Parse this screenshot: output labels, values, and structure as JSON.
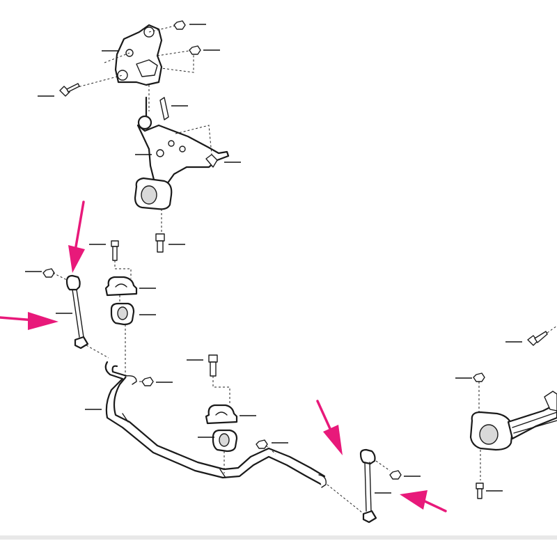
{
  "colors": {
    "background": "#ffffff",
    "line": "#1a1a1a",
    "highlight_arrow": "#e8197a"
  },
  "arrows": [
    {
      "id": "arrow-upper-link",
      "icon": "pink-arrow-down"
    },
    {
      "id": "arrow-left-link",
      "icon": "pink-arrow-right"
    },
    {
      "id": "arrow-lower-link",
      "icon": "pink-arrow-down-right"
    },
    {
      "id": "arrow-right-link",
      "icon": "pink-arrow-left"
    }
  ]
}
